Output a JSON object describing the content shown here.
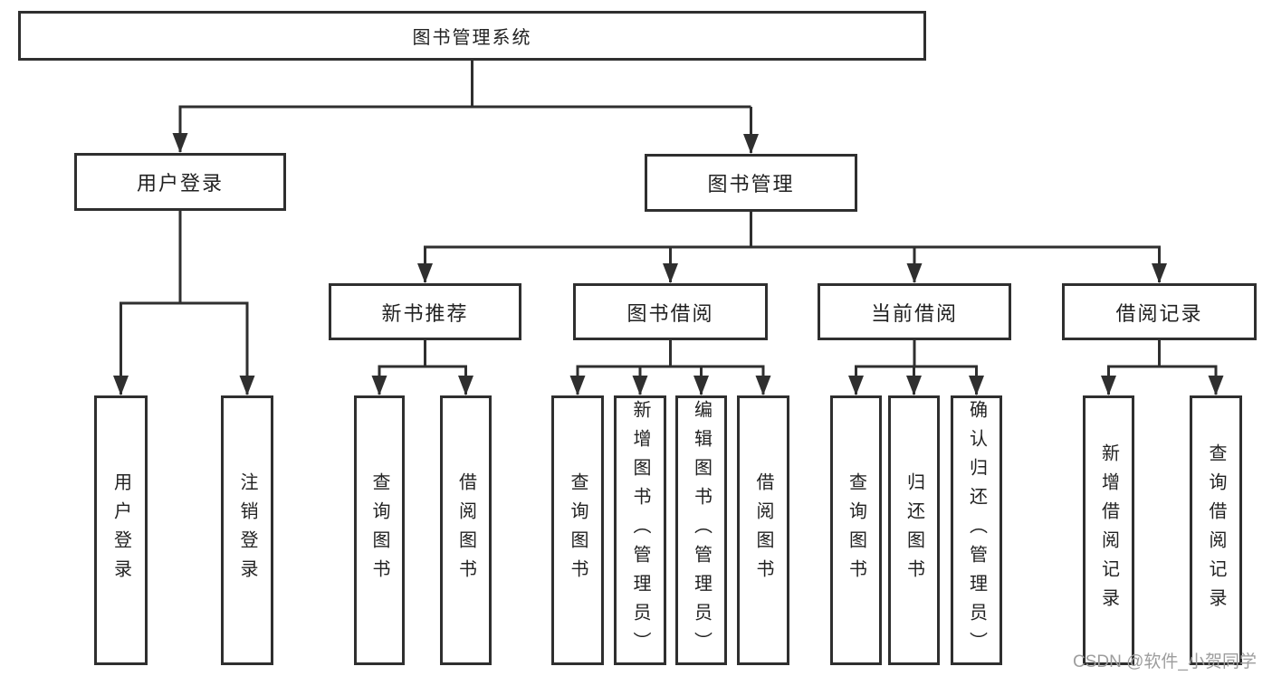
{
  "diagram": {
    "root": {
      "label": "图书管理系统"
    },
    "level2": [
      {
        "label": "用户登录"
      },
      {
        "label": "图书管理"
      }
    ],
    "level3": [
      {
        "label": "新书推荐"
      },
      {
        "label": "图书借阅"
      },
      {
        "label": "当前借阅"
      },
      {
        "label": "借阅记录"
      }
    ],
    "leaves": [
      {
        "label": "用户登录"
      },
      {
        "label": "注销登录"
      },
      {
        "label": "查询图书"
      },
      {
        "label": "借阅图书"
      },
      {
        "label": "查询图书"
      },
      {
        "label": "新增图书（管理员）"
      },
      {
        "label": "编辑图书（管理员）"
      },
      {
        "label": "借阅图书"
      },
      {
        "label": "查询图书"
      },
      {
        "label": "归还图书"
      },
      {
        "label": "确认归还（管理员）"
      },
      {
        "label": "新增借阅记录"
      },
      {
        "label": "查询借阅记录"
      }
    ]
  },
  "watermark": {
    "text": "CSDN @软件_小贺同学"
  },
  "colors": {
    "line": "#2f2f2f",
    "text": "#222222",
    "box_background": "#ffffff",
    "watermark": "#9d9d9d",
    "background": "#ffffff"
  }
}
